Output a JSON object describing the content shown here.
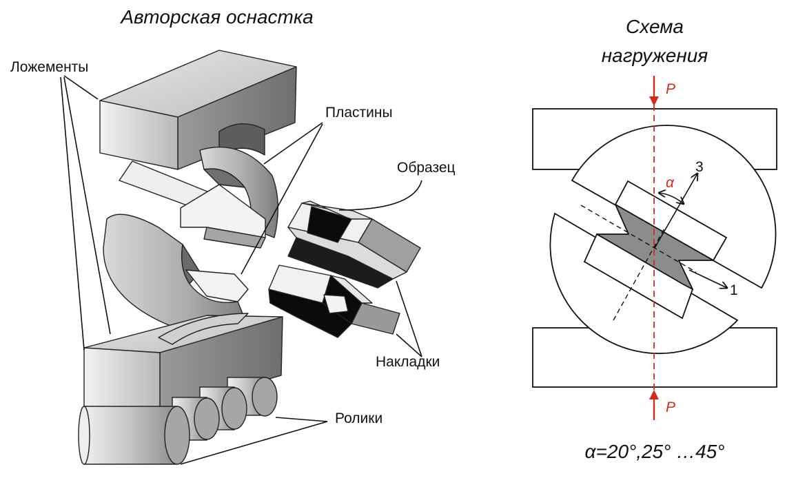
{
  "left_panel": {
    "title": "Авторская оснастка",
    "labels": {
      "lozhementy": "Ложементы",
      "plastiny": "Пластины",
      "obrazets": "Образец",
      "nakladki": "Накладки",
      "roliki": "Ролики"
    }
  },
  "right_panel": {
    "title_line1": "Схема",
    "title_line2": "нагружения",
    "load_top": "P",
    "load_bottom": "P",
    "angle_symbol": "α",
    "axis_3": "3",
    "axis_1": "1",
    "formula": "α=20°,25° …45°"
  },
  "colors": {
    "load_red": "#d42a1f",
    "metal_light": "#c8c8c8",
    "metal_dark": "#8a8a8a",
    "specimen_black": "#0a0a0a",
    "overlap_gray": "#8c8c8c"
  }
}
